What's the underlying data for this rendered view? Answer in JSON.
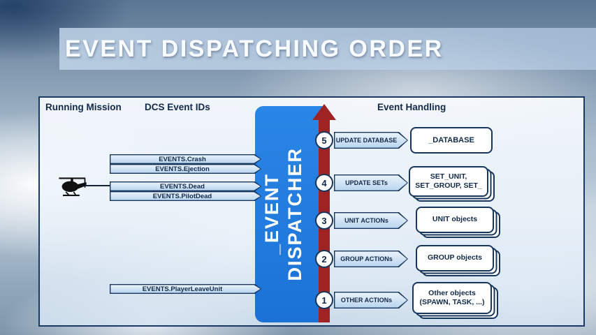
{
  "title": "EVENT DISPATCHING ORDER",
  "panel": {
    "headers": {
      "running_mission": "Running Mission",
      "dcs_event_ids": "DCS Event IDs",
      "event_handling": "Event Handling"
    },
    "dispatcher": {
      "word1": "_EVENT",
      "word2": "DISPATCHER"
    },
    "event_arrows": [
      {
        "label": "EVENTS.Crash"
      },
      {
        "label": "EVENTS.Ejection"
      },
      {
        "label": "EVENTS.Dead"
      },
      {
        "label": "EVENTS.PilotDead"
      },
      {
        "label": "EVENTS.PlayerLeaveUnit"
      }
    ],
    "steps": [
      {
        "num": "5",
        "action": "UPDATE DATABASE",
        "target": "_DATABASE"
      },
      {
        "num": "4",
        "action": "UPDATE SETs",
        "target": "SET_UNIT, SET_GROUP, SET_"
      },
      {
        "num": "3",
        "action": "UNIT ACTIONs",
        "target": "UNIT objects"
      },
      {
        "num": "2",
        "action": "GROUP ACTIONs",
        "target": "GROUP objects"
      },
      {
        "num": "1",
        "action": "OTHER ACTIONs",
        "target": "Other objects (SPAWN, TASK, ...)"
      }
    ],
    "icons": {
      "helicopter": "helicopter-icon"
    }
  },
  "colors": {
    "navy": "#17365d",
    "dispatcher_blue": "#1d79de",
    "arrow_red": "#9e2424",
    "light_blue_fill": "#cfe2f3",
    "title_band": "#bcd2e8"
  }
}
